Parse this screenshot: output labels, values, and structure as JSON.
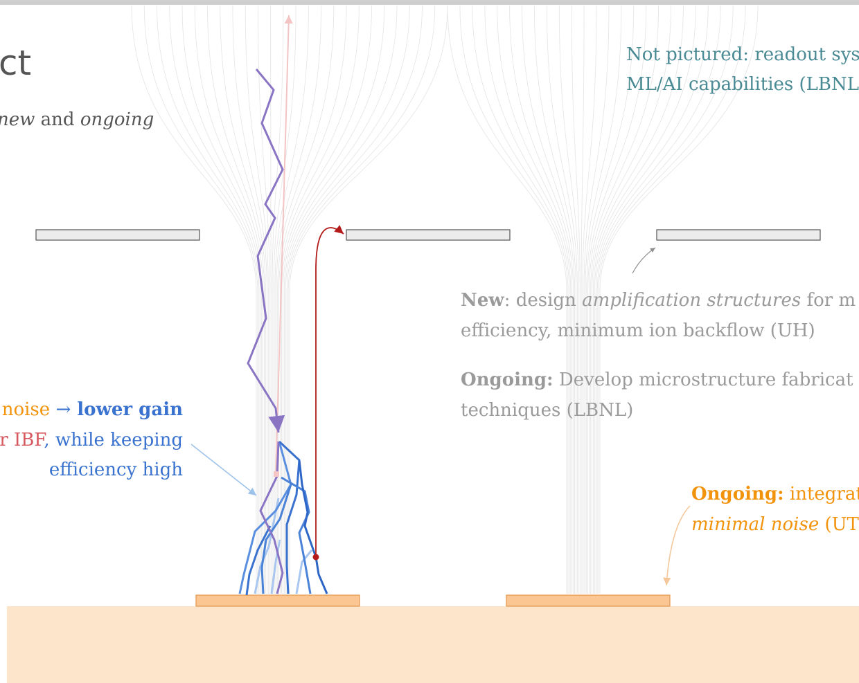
{
  "title": "ct",
  "intro": {
    "pre": "new",
    "mid": " and ",
    "post": "ongoing"
  },
  "not_pictured": {
    "line1": "Not pictured: readout sys",
    "line2": "ML/AI capabilities (LBNL"
  },
  "new_amp": {
    "lead": "New",
    "t1": ": design ",
    "em": "amplification structures",
    "t2": " for m",
    "line2": "efficiency, minimum ion backflow (UH)"
  },
  "ongoing_fab": {
    "lead": "Ongoing:",
    "t1": " Develop microstructure fabricat",
    "line2": "techniques (LBNL)"
  },
  "ongoing_int": {
    "lead": "Ongoing:",
    "t1": " integrat",
    "em": "minimal noise",
    "t2": " (UT"
  },
  "left_note": {
    "l1a": "noise ",
    "arrow": "→",
    "l1b": " lower gain",
    "l2a": "r IBF",
    "l2b": ", while keeping",
    "l3": "efficiency high"
  },
  "colors": {
    "electron_purple": "#8a74c4",
    "avalanche_blue": "#3a72cf",
    "ion_red": "#b31b1b",
    "noise_orange": "#f2930c",
    "substrate": "#fde5cc",
    "pad": "#fbc691",
    "plate": "#ececec"
  }
}
